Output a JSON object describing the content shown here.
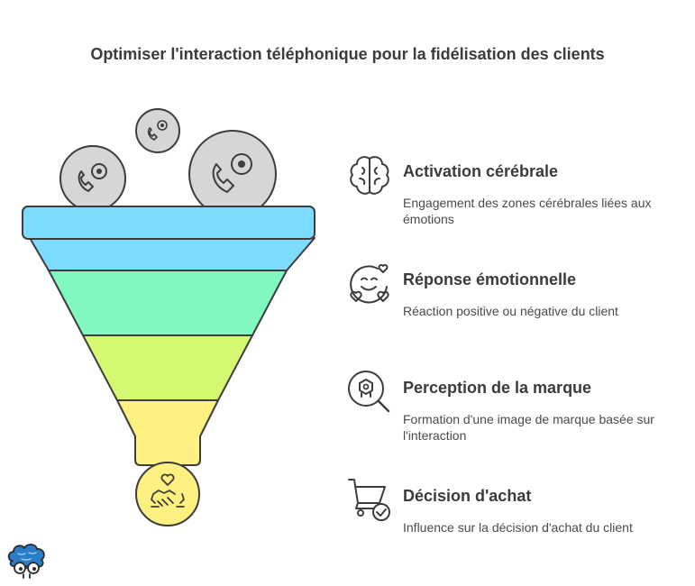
{
  "title": "Optimiser l'interaction téléphonique pour la fidélisation des clients",
  "stages": [
    {
      "title": "Activation cérébrale",
      "desc": "Engagement des zones cérébrales liées aux émotions",
      "icon": "brain-icon",
      "color": "#7ddcfd"
    },
    {
      "title": "Réponse émotionnelle",
      "desc": "Réaction positive ou négative du client",
      "icon": "smiling-face-hearts-icon",
      "color": "#80f8c0"
    },
    {
      "title": "Perception de la marque",
      "desc": "Formation d'une image de marque basée sur l'interaction",
      "icon": "brand-magnifier-icon",
      "color": "#d3f973"
    },
    {
      "title": "Décision d'achat",
      "desc": "Influence sur la décision d'achat du client",
      "icon": "shopping-cart-check-icon",
      "color": "#fef182"
    }
  ],
  "funnel_icons": [
    "phone-bubble-icon",
    "handshake-heart-icon",
    "brain-cloud-logo-icon"
  ]
}
